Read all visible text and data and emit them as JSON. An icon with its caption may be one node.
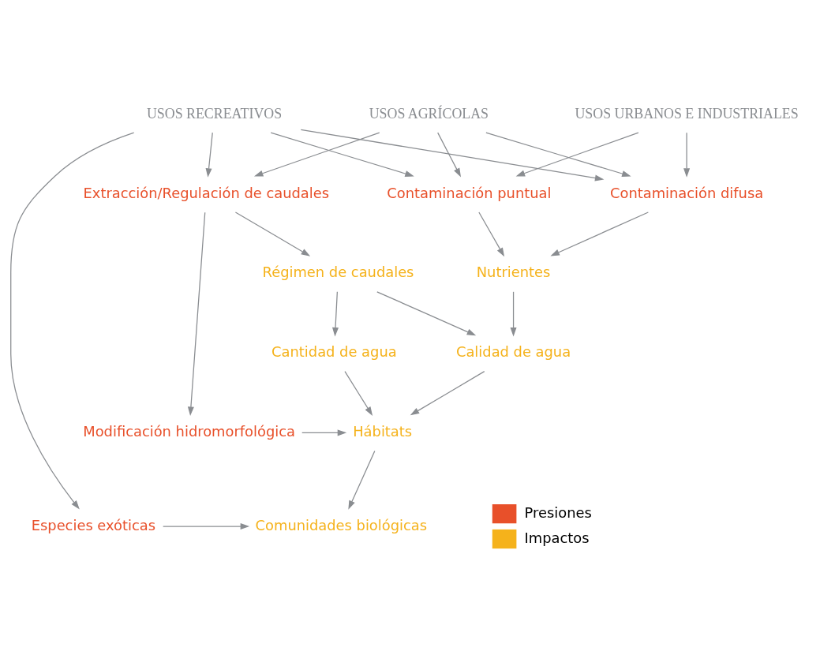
{
  "diagram": {
    "nodes": [
      {
        "text": [
          "USOS RECREATIVOS"
        ]
      },
      {
        "text": [
          "USOS AGRÍCOLAS"
        ]
      },
      {
        "text": [
          "USOS URBANOS E INDUSTRIALES"
        ]
      },
      {
        "text": [
          "Extracción/Regulación de caudales"
        ]
      },
      {
        "text": [
          "Contaminación difusa"
        ]
      },
      {
        "text": [
          "Contaminación puntual"
        ]
      },
      {
        "text": [
          "Régimen de caudales"
        ]
      },
      {
        "text": [
          "Nutrientes"
        ]
      },
      {
        "text": [
          "Cantidad de agua"
        ]
      },
      {
        "text": [
          "Calidad de agua"
        ]
      },
      {
        "text": [
          "Modificación hidromorfológica"
        ]
      },
      {
        "text": [
          "Hábitats"
        ]
      },
      {
        "text": [
          "Especies exóticas"
        ]
      },
      {
        "text": [
          "Comunidades biológicas"
        ]
      }
    ],
    "edges": [
      {
        "from": 0,
        "to": 12,
        "arrow": "to"
      },
      {
        "from": 0,
        "to": 3,
        "arrow": "to"
      },
      {
        "from": 0,
        "to": 4,
        "arrow": "to"
      },
      {
        "from": 0,
        "to": 5,
        "arrow": "to"
      },
      {
        "from": 1,
        "to": 3,
        "arrow": "to"
      },
      {
        "from": 1,
        "to": 4,
        "arrow": "to"
      },
      {
        "from": 1,
        "to": 5,
        "arrow": "to"
      },
      {
        "from": 2,
        "to": 4,
        "arrow": "to"
      },
      {
        "from": 2,
        "to": 5,
        "arrow": "to"
      },
      {
        "from": 3,
        "to": 6,
        "arrow": "to"
      },
      {
        "from": 3,
        "to": 10,
        "arrow": "to"
      },
      {
        "from": 4,
        "to": 7,
        "arrow": "to"
      },
      {
        "from": 5,
        "to": 7,
        "arrow": "to"
      },
      {
        "from": 6,
        "to": 8,
        "arrow": "to"
      },
      {
        "from": 6,
        "to": 9,
        "arrow": "to"
      },
      {
        "from": 7,
        "to": 9,
        "arrow": "to"
      },
      {
        "from": 8,
        "to": 11,
        "arrow": "to"
      },
      {
        "from": 9,
        "to": 11,
        "arrow": "to"
      },
      {
        "from": 10,
        "to": 11,
        "arrow": "to"
      },
      {
        "from": 11,
        "to": 13,
        "arrow": "to"
      },
      {
        "from": 12,
        "to": 13,
        "arrow": "to"
      }
    ],
    "legend": [
      {
        "text": "Presiones",
        "color": "#e8502a"
      },
      {
        "text": "Impactos",
        "color": "#f5b21b"
      }
    ]
  }
}
